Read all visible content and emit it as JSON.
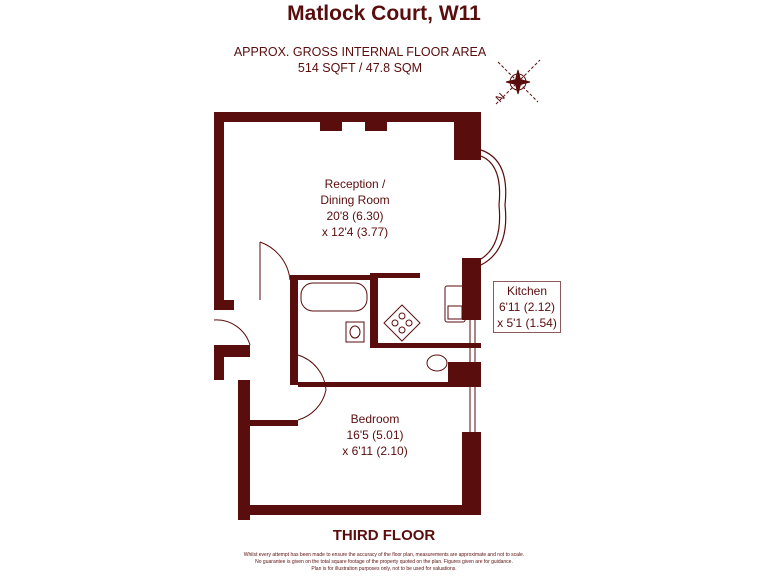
{
  "title": "Matlock Court, W11",
  "area": {
    "line1": "APPROX. GROSS INTERNAL FLOOR AREA",
    "line2": "514 SQFT / 47.8 SQM"
  },
  "compass": {
    "letter": "N"
  },
  "rooms": {
    "reception": {
      "name1": "Reception /",
      "name2": "Dining Room",
      "dim1": "20'8 (6.30)",
      "dim2": "x 12'4 (3.77)"
    },
    "kitchen": {
      "name": "Kitchen",
      "dim1": "6'11 (2.12)",
      "dim2": "x 5'1 (1.54)"
    },
    "bedroom": {
      "name": "Bedroom",
      "dim1": "16'5 (5.01)",
      "dim2": "x 6'11 (2.10)"
    }
  },
  "floor_label": "THIRD FLOOR",
  "disclaimer": {
    "line1": "Whilst every attempt has been made to ensure the accuracy of the floor plan, measurements are approximate and not to scale.",
    "line2": "No guarantee is given on the total square footage of the property quoted on the plan. Figures given are for guidance.",
    "line3": "Plan is for illustration purposes only, not to be used for valuations."
  },
  "colors": {
    "wall": "#5a0d0d",
    "text": "#5a0d0d"
  }
}
